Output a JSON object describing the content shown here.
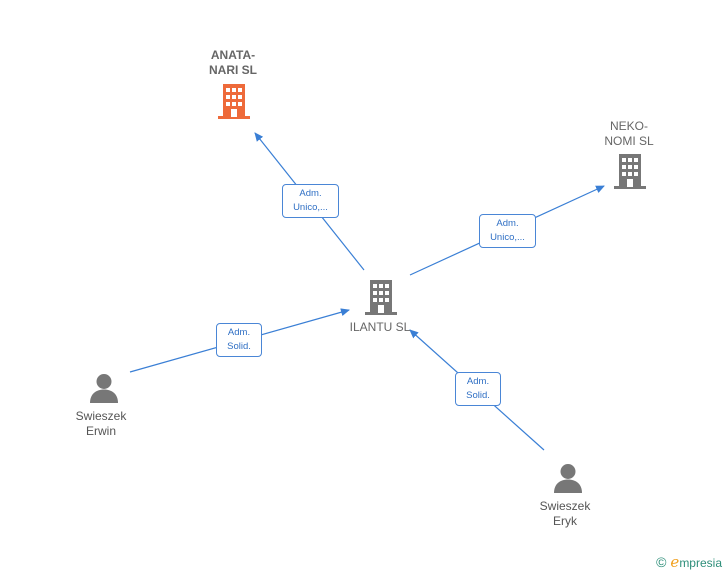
{
  "nodes": {
    "anatanari": {
      "label": "ANATA-\nNARI  SL",
      "type": "company",
      "color": "#ee6a3a"
    },
    "nekonomi": {
      "label": "NEKO-\nNOMI  SL",
      "type": "company",
      "color": "#777777"
    },
    "ilantu": {
      "label": "ILANTU  SL",
      "type": "company",
      "color": "#777777"
    },
    "erwin": {
      "label": "Swieszek\nErwin",
      "type": "person",
      "color": "#777777"
    },
    "eryk": {
      "label": "Swieszek\nEryk",
      "type": "person",
      "color": "#777777"
    }
  },
  "edges": [
    {
      "from": "ilantu",
      "to": "anatanari",
      "label_line1": "Adm.",
      "label_line2": "Unico,..."
    },
    {
      "from": "ilantu",
      "to": "nekonomi",
      "label_line1": "Adm.",
      "label_line2": "Unico,..."
    },
    {
      "from": "erwin",
      "to": "ilantu",
      "label_line1": "Adm.",
      "label_line2": "Solid."
    },
    {
      "from": "eryk",
      "to": "ilantu",
      "label_line1": "Adm.",
      "label_line2": "Solid."
    }
  ],
  "colors": {
    "edge": "#3a7fd5"
  },
  "brand": {
    "copyright": "©",
    "initial": "e",
    "name": "mpresia"
  }
}
